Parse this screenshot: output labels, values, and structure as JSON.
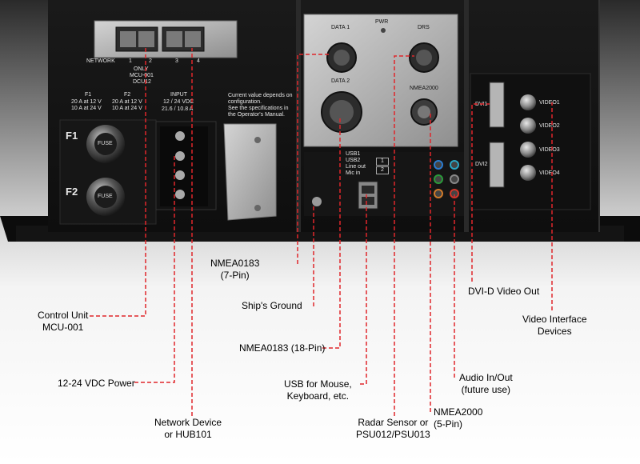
{
  "panel": {
    "network": {
      "title": "NETWORK",
      "ports": [
        "1",
        "2",
        "3",
        "4"
      ],
      "only": "ONLY",
      "mcu": "MCU-001",
      "dcu": "DCU12"
    },
    "fuses": {
      "f1": "F1",
      "f1_spec1": "20 A  at  12 V",
      "f1_spec2": "10 A  at  24 V",
      "f2": "F2",
      "f2_spec1": "20 A  at  12 V",
      "f2_spec2": "10 A  at  24 V",
      "input": "INPUT",
      "input_spec1": "12 / 24 VDC",
      "input_spec2": "21.6 / 10.8 A",
      "fuse_word": "FUSE",
      "note1": "Current value depends on",
      "note2": "configuration.",
      "note3": "See the specifications in",
      "note4": "the Operator's Manual.",
      "f1_big": "F1",
      "f2_big": "F2"
    },
    "connectors": {
      "data1": "DATA 1",
      "pwr": "PWR",
      "drs": "DRS",
      "data2": "DATA 2",
      "nmea2000": "NMEA2000",
      "usb1": "USB1",
      "usb2": "USB2",
      "lineout": "Line out",
      "micin": "Mic in",
      "box1": "1",
      "box2": "2"
    },
    "video": {
      "dvi1": "DVI1",
      "dvi2": "DVI2",
      "video1": "VIDEO1",
      "video2": "VIDEO2",
      "video3": "VIDEO3",
      "video4": "VIDEO4"
    }
  },
  "callouts": {
    "nmea0183_7_l1": "NMEA0183",
    "nmea0183_7_l2": "(7-Pin)",
    "ships_ground": "Ship's Ground",
    "control_unit_l1": "Control Unit",
    "control_unit_l2": "MCU-001",
    "nmea0183_18": "NMEA0183 (18-Pin)",
    "power": "12-24 VDC Power",
    "usb_l1": "USB for Mouse,",
    "usb_l2": "Keyboard, etc.",
    "network_l1": "Network Device",
    "network_l2": "or HUB101",
    "radar_l1": "Radar Sensor or",
    "radar_l2": "PSU012/PSU013",
    "nmea2000_l1": "NMEA2000",
    "nmea2000_l2": "(5-Pin)",
    "dvi_out": "DVI-D Video Out",
    "audio_l1": "Audio In/Out",
    "audio_l2": "(future use)",
    "video_dev_l1": "Video Interface",
    "video_dev_l2": "Devices"
  },
  "colors": {
    "leader": "#e0262b",
    "chassis": "#1b1b1b",
    "metal": "#b9b9b9",
    "label_text": "#000000"
  }
}
